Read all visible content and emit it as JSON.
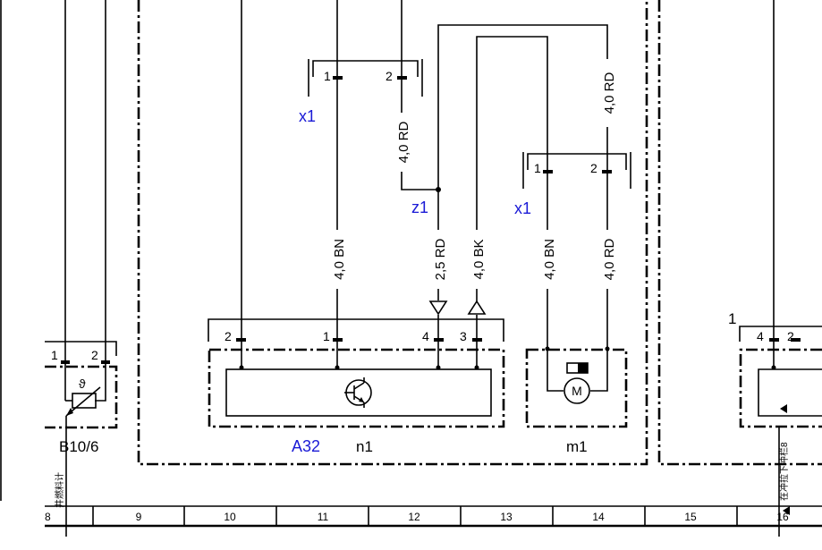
{
  "connectors": {
    "x1_top": {
      "label": "x1",
      "pin1": "1",
      "pin2": "2"
    },
    "x1_right": {
      "label": "x1",
      "pin1": "1",
      "pin2": "2"
    },
    "z1": {
      "label": "z1"
    }
  },
  "wires": {
    "rd_top": "4,0 RD",
    "rd_right_top": "4,0 RD",
    "bn_center": "4,0 BN",
    "rd_25": "2,5 RD",
    "bk": "4,0 BK",
    "bn_right": "4,0 BN",
    "rd_right": "4,0 RD"
  },
  "components": {
    "a32": {
      "label": "A32",
      "sub": "n1",
      "pins": [
        "2",
        "1",
        "4",
        "3"
      ]
    },
    "m1": {
      "label": "m1",
      "motor_symbol": "M"
    },
    "b10_6": {
      "label": "B10/6",
      "pin1": "1",
      "pin2": "2",
      "symbol": "ϑ"
    },
    "right_partial": {
      "pin_outer": "1",
      "pin4": "4",
      "pin2": "2"
    }
  },
  "side_text": {
    "left": "井燃料计",
    "right": "在冲拉下冲栏8"
  },
  "grid": {
    "columns": [
      "8",
      "9",
      "10",
      "11",
      "12",
      "13",
      "14",
      "15",
      "16"
    ]
  }
}
